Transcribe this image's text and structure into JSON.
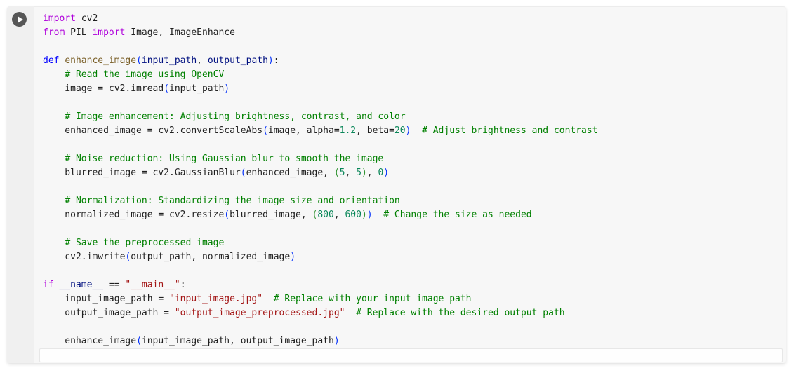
{
  "cell": {
    "type": "notebook-code-cell",
    "language": "python",
    "run_button": {
      "icon": "play-icon"
    },
    "colors": {
      "page_background": "#ffffff",
      "cell_background": "#f7f7f7",
      "gutter_background": "#f0f0f0",
      "run_button": "#575757",
      "ruler_line": "#e1e1e1"
    },
    "syntax_colors": {
      "kw": "#AF00DB",
      "kw2": "#0000FF",
      "fn": "#795E26",
      "param": "#001080",
      "str": "#A31515",
      "num": "#098658",
      "com": "#008000",
      "p1": "#0431FA",
      "p2": "#319331",
      "txt": "#1f1f1f"
    },
    "code": {
      "lines": [
        [
          [
            "kw",
            "import"
          ],
          [
            "txt",
            " cv2"
          ]
        ],
        [
          [
            "kw",
            "from"
          ],
          [
            "txt",
            " PIL "
          ],
          [
            "kw",
            "import"
          ],
          [
            "txt",
            " Image, ImageEnhance"
          ]
        ],
        [],
        [
          [
            "kw2",
            "def"
          ],
          [
            "txt",
            " "
          ],
          [
            "fn",
            "enhance_image"
          ],
          [
            "p1",
            "("
          ],
          [
            "param",
            "input_path"
          ],
          [
            "txt",
            ", "
          ],
          [
            "param",
            "output_path"
          ],
          [
            "p1",
            ")"
          ],
          [
            "txt",
            ":"
          ]
        ],
        [
          [
            "txt",
            "    "
          ],
          [
            "com",
            "# Read the image using OpenCV"
          ]
        ],
        [
          [
            "txt",
            "    image = cv2.imread"
          ],
          [
            "p1",
            "("
          ],
          [
            "txt",
            "input_path"
          ],
          [
            "p1",
            ")"
          ]
        ],
        [],
        [
          [
            "txt",
            "    "
          ],
          [
            "com",
            "# Image enhancement: Adjusting brightness, contrast, and color"
          ]
        ],
        [
          [
            "txt",
            "    enhanced_image = cv2.convertScaleAbs"
          ],
          [
            "p1",
            "("
          ],
          [
            "txt",
            "image, alpha="
          ],
          [
            "num",
            "1.2"
          ],
          [
            "txt",
            ", beta="
          ],
          [
            "num",
            "20"
          ],
          [
            "p1",
            ")"
          ],
          [
            "txt",
            "  "
          ],
          [
            "com",
            "# Adjust brightness and contrast"
          ]
        ],
        [],
        [
          [
            "txt",
            "    "
          ],
          [
            "com",
            "# Noise reduction: Using Gaussian blur to smooth the image"
          ]
        ],
        [
          [
            "txt",
            "    blurred_image = cv2.GaussianBlur"
          ],
          [
            "p1",
            "("
          ],
          [
            "txt",
            "enhanced_image, "
          ],
          [
            "p2",
            "("
          ],
          [
            "num",
            "5"
          ],
          [
            "txt",
            ", "
          ],
          [
            "num",
            "5"
          ],
          [
            "p2",
            ")"
          ],
          [
            "txt",
            ", "
          ],
          [
            "num",
            "0"
          ],
          [
            "p1",
            ")"
          ]
        ],
        [],
        [
          [
            "txt",
            "    "
          ],
          [
            "com",
            "# Normalization: Standardizing the image size and orientation"
          ]
        ],
        [
          [
            "txt",
            "    normalized_image = cv2.resize"
          ],
          [
            "p1",
            "("
          ],
          [
            "txt",
            "blurred_image, "
          ],
          [
            "p2",
            "("
          ],
          [
            "num",
            "800"
          ],
          [
            "txt",
            ", "
          ],
          [
            "num",
            "600"
          ],
          [
            "p2",
            ")"
          ],
          [
            "p1",
            ")"
          ],
          [
            "txt",
            "  "
          ],
          [
            "com",
            "# Change the size as needed"
          ]
        ],
        [],
        [
          [
            "txt",
            "    "
          ],
          [
            "com",
            "# Save the preprocessed image"
          ]
        ],
        [
          [
            "txt",
            "    cv2.imwrite"
          ],
          [
            "p1",
            "("
          ],
          [
            "txt",
            "output_path, normalized_image"
          ],
          [
            "p1",
            ")"
          ]
        ],
        [],
        [
          [
            "kw",
            "if"
          ],
          [
            "txt",
            " "
          ],
          [
            "param",
            "__name__"
          ],
          [
            "txt",
            " == "
          ],
          [
            "str",
            "\"__main__\""
          ],
          [
            "txt",
            ":"
          ]
        ],
        [
          [
            "txt",
            "    input_image_path = "
          ],
          [
            "str",
            "\"input_image.jpg\""
          ],
          [
            "txt",
            "  "
          ],
          [
            "com",
            "# Replace with your input image path"
          ]
        ],
        [
          [
            "txt",
            "    output_image_path = "
          ],
          [
            "str",
            "\"output_image_preprocessed.jpg\""
          ],
          [
            "txt",
            "  "
          ],
          [
            "com",
            "# Replace with the desired output path"
          ]
        ],
        [],
        [
          [
            "txt",
            "    enhance_image"
          ],
          [
            "p1",
            "("
          ],
          [
            "txt",
            "input_image_path, output_image_path"
          ],
          [
            "p1",
            ")"
          ]
        ]
      ]
    }
  }
}
